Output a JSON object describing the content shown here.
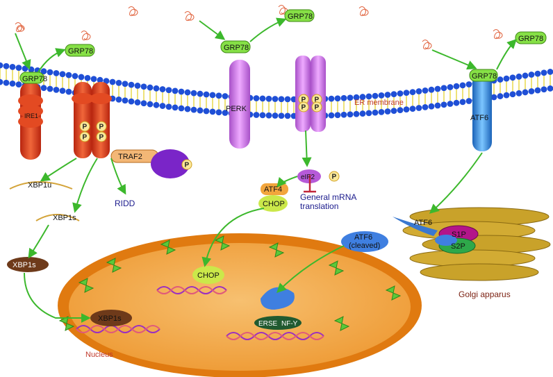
{
  "labels": {
    "grp78": "GRP78",
    "ire1": "IRE1",
    "perk": "PERK",
    "atf6": "ATF6",
    "er_membrane": "ER membrane",
    "traf2": "TRAF2",
    "p": "P",
    "xbp1u": "XBP1u",
    "xbp1s": "XBP1s",
    "ridd": "RIDD",
    "eif2": "eIF2",
    "atf4": "ATF4",
    "chop": "CHOP",
    "general_mrna_1": "General mRNA",
    "general_mrna_2": "translation",
    "atf6_cleaved_1": "ATF6",
    "atf6_cleaved_2": "(cleaved)",
    "s1p": "S1P",
    "s2p": "S2P",
    "golgi": "Golgi apparus",
    "nucleus": "Nucleus",
    "erse": "ERSE",
    "nfy": "NF-Y"
  },
  "colors": {
    "arrow": "#3cb82c",
    "grp78": "#7ee03a",
    "membrane_head": "#1f4fd6",
    "membrane_core": "#f2e86a",
    "ire1": "#d7401f",
    "perk": "#d27ae8",
    "atf6": "#2f8fe0",
    "nucleus_rim": "#e98a1e",
    "nucleus_fill": "#f3a84a",
    "golgi": "#c9a22a",
    "inhibit": "#c0263a"
  },
  "icons": [
    "unfolded-protein-icon",
    "dna-helix-icon",
    "nuclear-pore-icon",
    "phosphate-icon"
  ]
}
